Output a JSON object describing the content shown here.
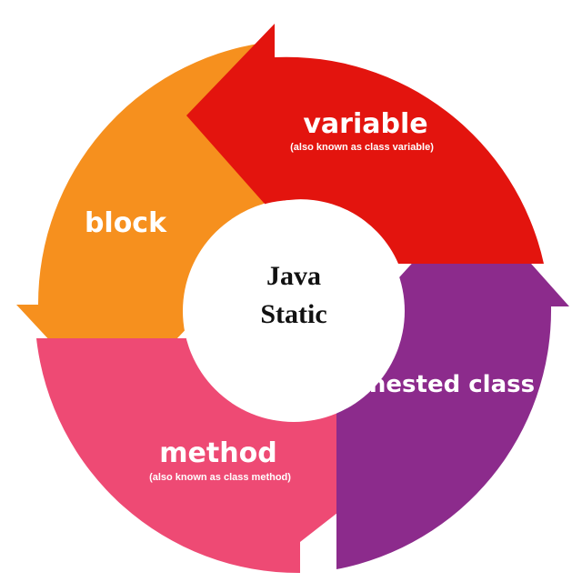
{
  "diagram": {
    "center": {
      "line1": "Java",
      "line2": "Static"
    },
    "segments": [
      {
        "id": "variable",
        "label": "variable",
        "sub": "(also known as class variable)",
        "color": "#e3140e"
      },
      {
        "id": "nested-class",
        "label": "nested class",
        "sub": "",
        "color": "#8c2b8c"
      },
      {
        "id": "method",
        "label": "method",
        "sub": "(also known as class method)",
        "color": "#ee4a74"
      },
      {
        "id": "block",
        "label": "block",
        "sub": "",
        "color": "#f6901e"
      }
    ]
  }
}
